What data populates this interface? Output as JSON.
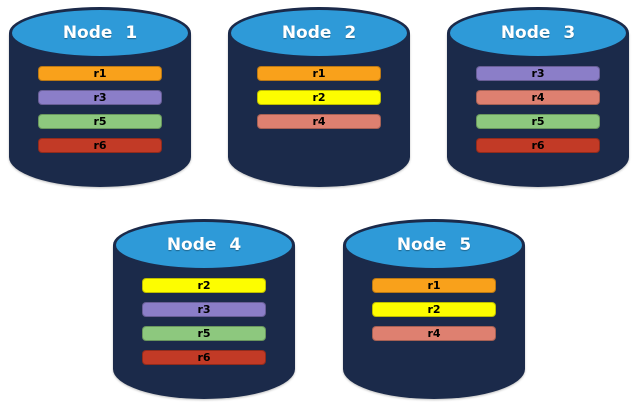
{
  "diagram": {
    "description": "Five database nodes showing replica placement",
    "node_fill": "#1B2A4A",
    "node_top_fill": "#2E9AD8",
    "replica_colors": {
      "r1": "#F9A11B",
      "r2": "#FDFD00",
      "r3": "#8B7EC8",
      "r4": "#DE8070",
      "r5": "#8DC87E",
      "r6": "#C23A26"
    },
    "nodes": [
      {
        "label": "Node 1",
        "replicas": [
          "r1",
          "r3",
          "r5",
          "r6"
        ]
      },
      {
        "label": "Node 2",
        "replicas": [
          "r1",
          "r2",
          "r4"
        ]
      },
      {
        "label": "Node 3",
        "replicas": [
          "r3",
          "r4",
          "r5",
          "r6"
        ]
      },
      {
        "label": "Node 4",
        "replicas": [
          "r2",
          "r3",
          "r5",
          "r6"
        ]
      },
      {
        "label": "Node 5",
        "replicas": [
          "r1",
          "r2",
          "r4"
        ]
      }
    ],
    "rows": [
      [
        0,
        1,
        2
      ],
      [
        3,
        4
      ]
    ]
  }
}
